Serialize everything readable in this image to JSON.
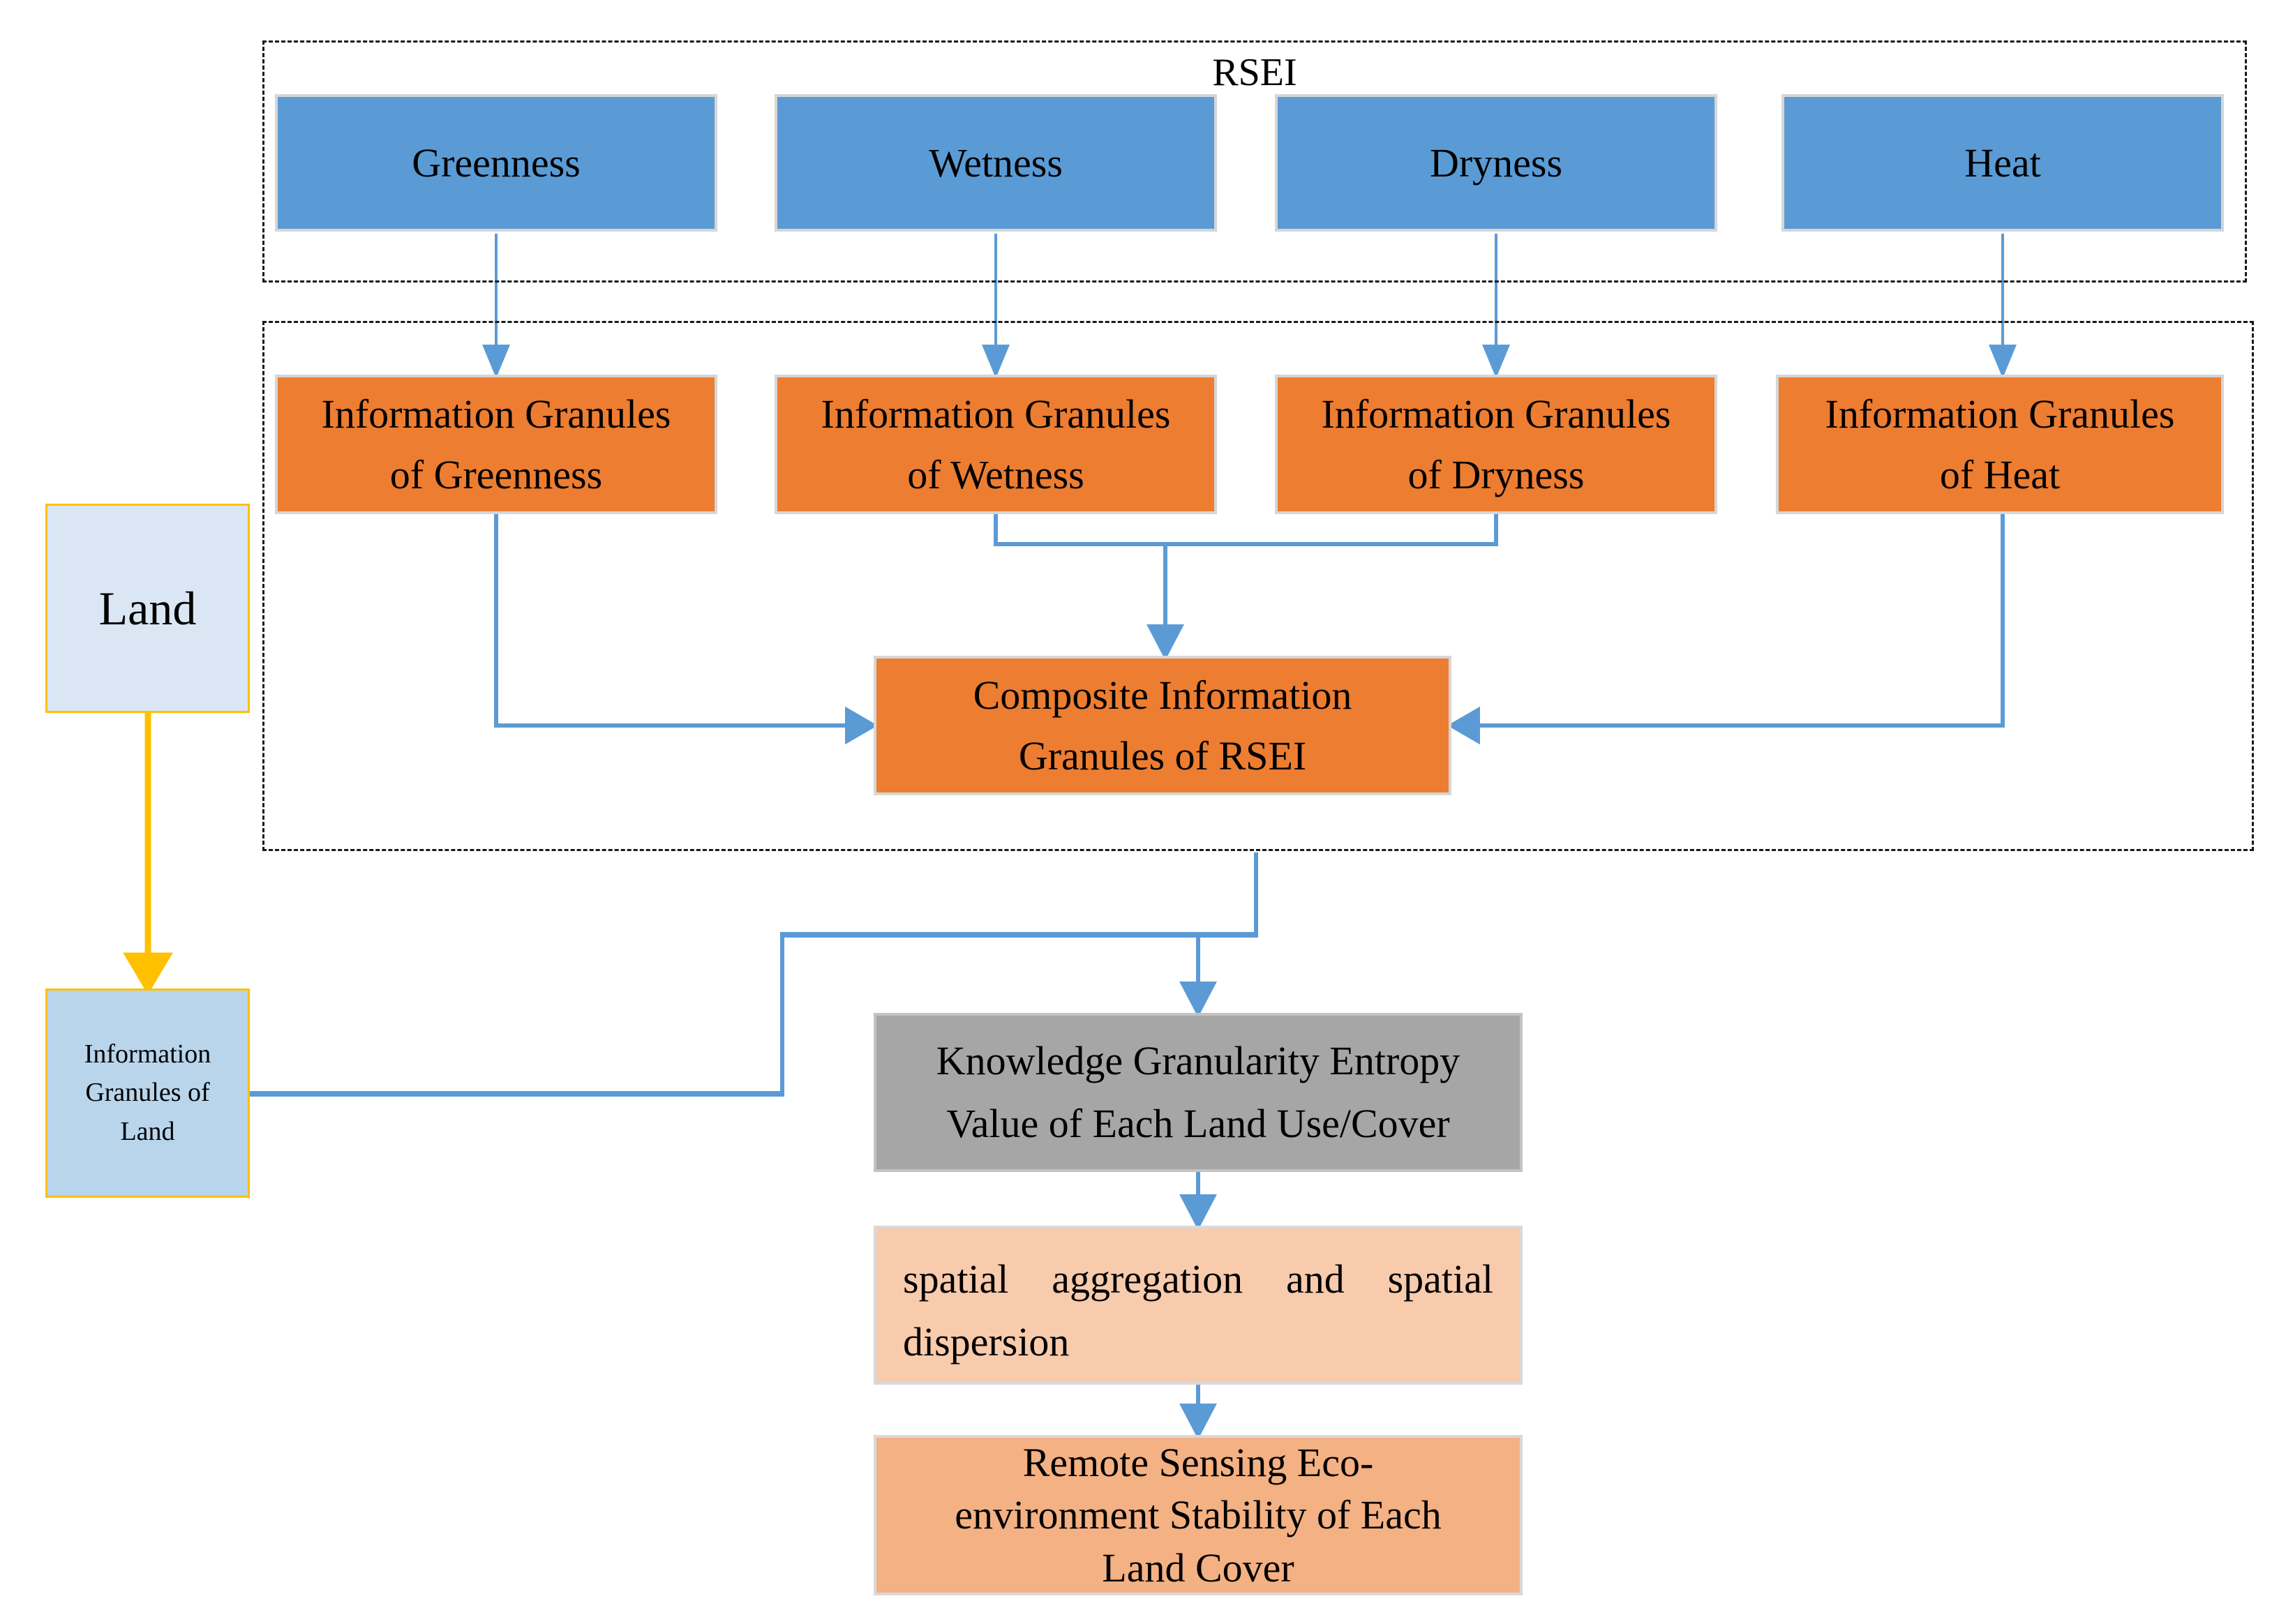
{
  "diagram": {
    "rsei_group_label": "RSEI",
    "indicators": [
      {
        "label": "Greenness"
      },
      {
        "label": "Wetness"
      },
      {
        "label": "Dryness"
      },
      {
        "label": "Heat"
      }
    ],
    "granules": [
      {
        "label": "Information Granules\nof Greenness"
      },
      {
        "label": "Information Granules\nof Wetness"
      },
      {
        "label": "Information Granules\nof Dryness"
      },
      {
        "label": "Information Granules\nof Heat"
      }
    ],
    "composite_label": "Composite Information\nGranules of RSEI",
    "land_label": "Land",
    "land_granules_label": "Information\nGranules of\nLand",
    "entropy_label": "Knowledge Granularity Entropy\nValue of Each Land Use/Cover",
    "spatial_label": "spatial aggregation and spatial dispersion",
    "stability_label": "Remote Sensing Eco-\nenvironment Stability of Each\nLand Cover"
  },
  "palette": {
    "indicator_blue": "#5b9bd5",
    "granule_orange": "#ed7d31",
    "entropy_gray": "#a6a6a6",
    "spatial_peach": "#f8cbad",
    "stability_peach": "#f4b183",
    "land_fill": "#dae6f3",
    "land_granules_fill": "#b9d5ec",
    "land_border_gold": "#ffc000",
    "connector_blue": "#5b9bd5",
    "connector_gold": "#ffc000",
    "dashed_border": "#1a1a1a"
  }
}
